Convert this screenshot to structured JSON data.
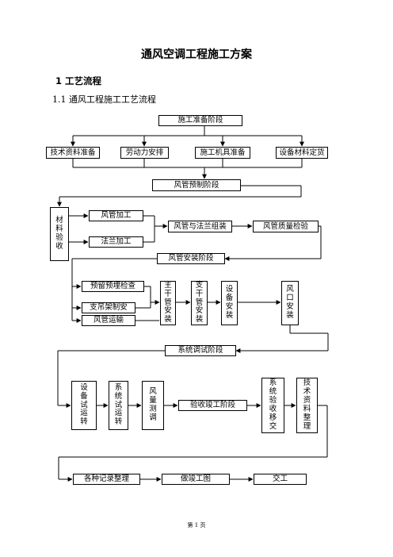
{
  "title": "通风空调工程施工方案",
  "section1": "1 工艺流程",
  "section1_1": "1.1 通风工程施工工艺流程",
  "stage_prep": "施工准备阶段",
  "prep_items": [
    "技术资料准备",
    "劳动力安排",
    "施工机具准备",
    "设备材料定货"
  ],
  "stage_prefab": "风管预制阶段",
  "material_check": "材料验收",
  "duct_processing": "风管加工",
  "flange_processing": "法兰加工",
  "duct_flange_assembly": "风管与法兰组装",
  "duct_quality_check": "风管质量检验",
  "stage_install": "风管安装阶段",
  "embed_check": "预留预埋检查",
  "support_install": "支吊架制安",
  "duct_transport": "风管运输",
  "main_pipe_install": "主干管安装",
  "branch_pipe_install": "支干管安装",
  "equipment_install": "设备安装",
  "outlet_install": "风口安装",
  "stage_commission": "系统调试阶段",
  "equipment_trial": "设备试运转",
  "system_trial": "系统试运转",
  "airflow_measure": "风量测调",
  "stage_acceptance": "验收竣工阶段",
  "system_handover": "系统验收移交",
  "tech_doc_arrange": "技术资料整理",
  "records_arrange": "各种记录整理",
  "as_built": "做竣工图",
  "handover": "交工",
  "footer": "第 1 页"
}
